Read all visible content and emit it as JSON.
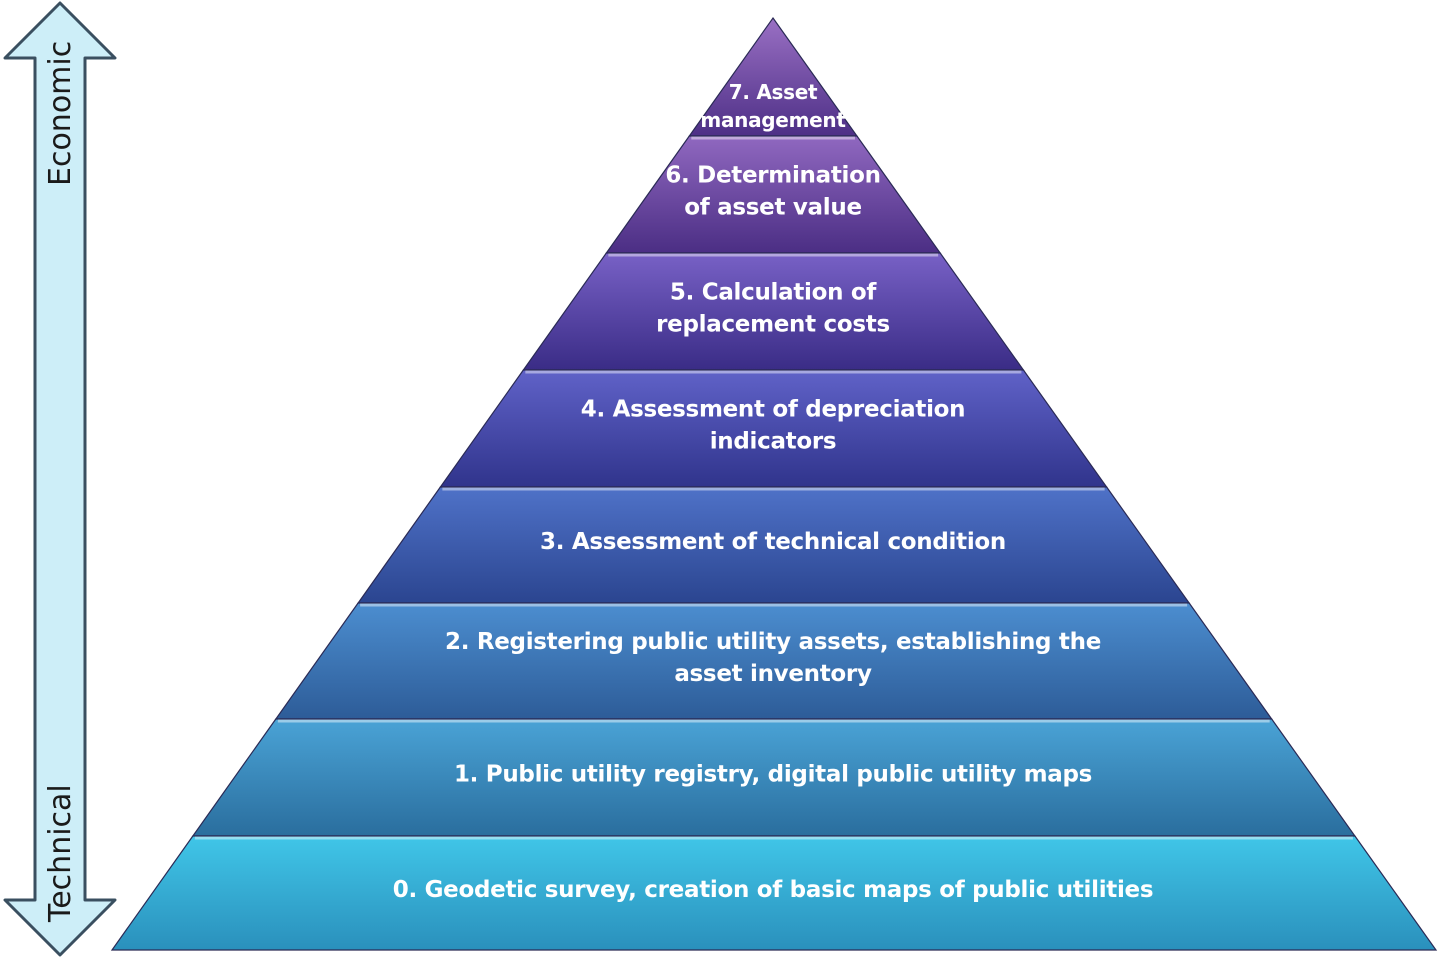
{
  "axis": {
    "top_label": "Economic",
    "bottom_label": "Technical",
    "fill_color": "#cdeef8",
    "stroke_color": "#3a4f60"
  },
  "levels": [
    {
      "id": 7,
      "lines": [
        "7. Asset",
        "management"
      ],
      "color_top": "#9a70c4",
      "color_bottom": "#4d2f86"
    },
    {
      "id": 6,
      "lines": [
        "6. Determination",
        "of asset value"
      ],
      "color_top": "#9068c0",
      "color_bottom": "#4b2e84"
    },
    {
      "id": 5,
      "lines": [
        "5. Calculation  of",
        "replacement costs"
      ],
      "color_top": "#7861c6",
      "color_bottom": "#3a2c86"
    },
    {
      "id": 4,
      "lines": [
        "4. Assessment of depreciation",
        "indicators"
      ],
      "color_top": "#6062c8",
      "color_bottom": "#30348c"
    },
    {
      "id": 3,
      "lines": [
        "3. Assessment of technical condition"
      ],
      "color_top": "#4f72c8",
      "color_bottom": "#2b4590"
    },
    {
      "id": 2,
      "lines": [
        "2. Registering public utility assets, establishing the",
        "asset inventory"
      ],
      "color_top": "#4c8ed0",
      "color_bottom": "#2d5c98"
    },
    {
      "id": 1,
      "lines": [
        "1. Public utility registry, digital public utility maps"
      ],
      "color_top": "#4aa3d6",
      "color_bottom": "#2a6e9e"
    },
    {
      "id": 0,
      "lines": [
        "0. Geodetic survey, creation of basic maps of public utilities"
      ],
      "color_top": "#40c6e8",
      "color_bottom": "#2a90bc"
    }
  ]
}
